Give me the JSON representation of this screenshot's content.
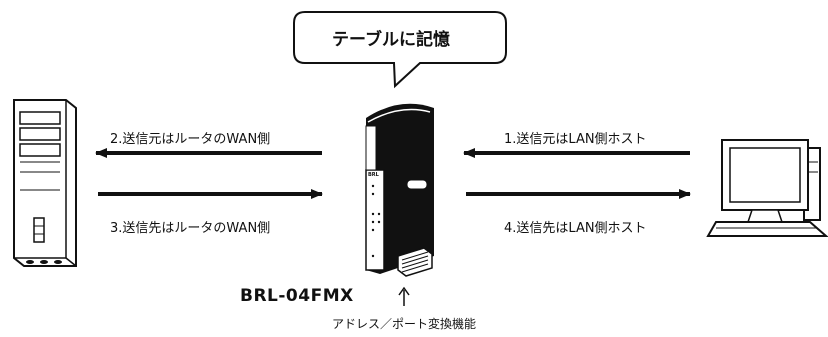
{
  "bubble": {
    "text": "テーブルに記憶"
  },
  "arrows": {
    "server_top": "2.送信元はルータのWAN側",
    "server_bottom": "3.送信先はルータのWAN側",
    "pc_top": "1.送信元はLAN側ホスト",
    "pc_bottom": "4.送信先はLAN側ホスト"
  },
  "router": {
    "model": "BRL-04FMX",
    "caption": "アドレス／ポート変換機能",
    "panel_label": "BRL"
  }
}
